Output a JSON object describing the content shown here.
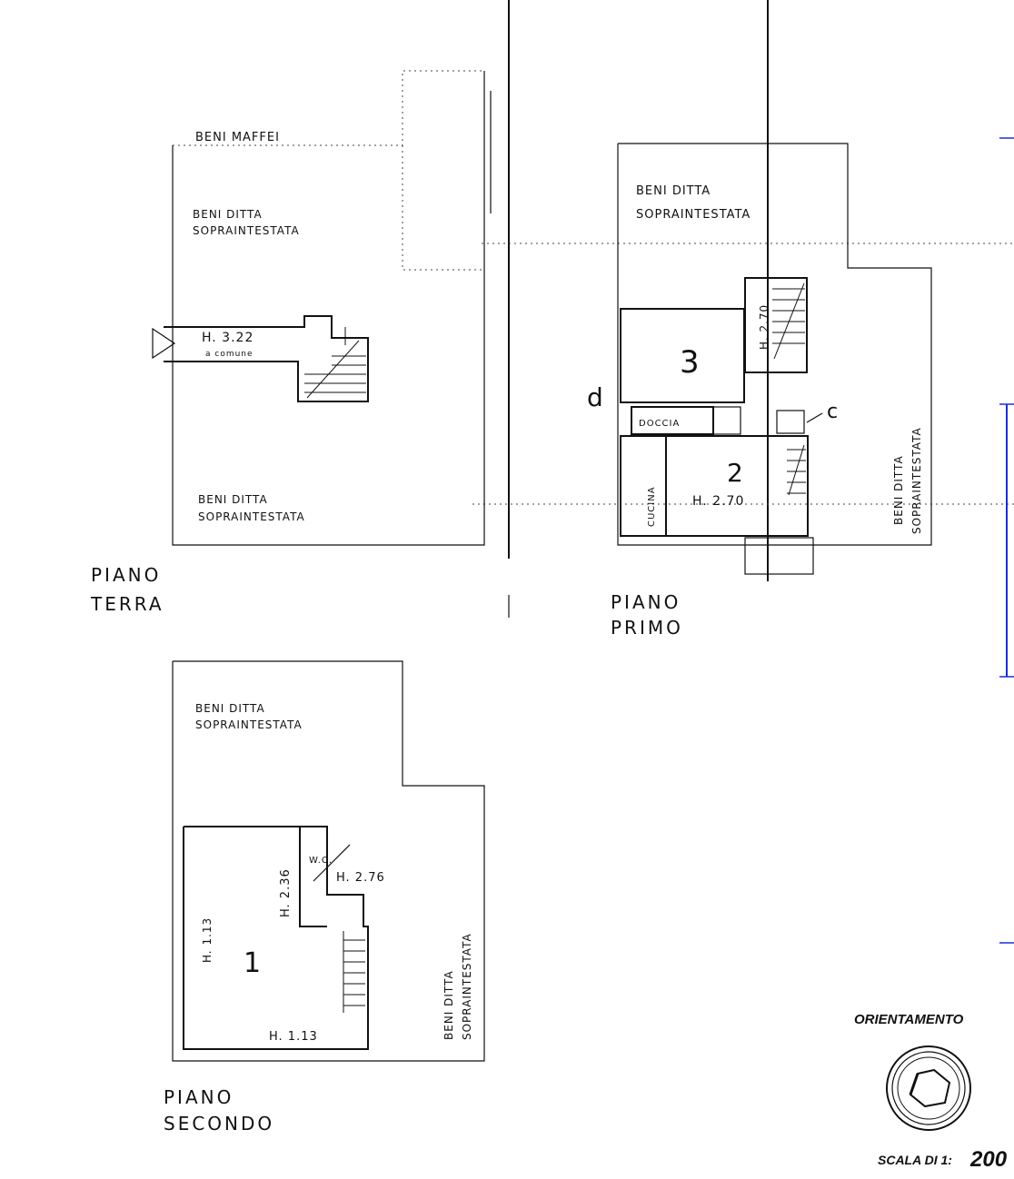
{
  "terra": {
    "label_line1": "BENI MAFFEI",
    "label_a1": "BENI DITTA",
    "label_a2": "SOPRAINTESTATA",
    "height": "H. 3.22",
    "comune": "a comune",
    "label_b1": "BENI DITTA",
    "label_b2": "SOPRAINTESTATA",
    "title1": "PIANO",
    "title2": "TERRA"
  },
  "primo": {
    "label_a1": "BENI DITTA",
    "label_a2": "SOPRAINTESTATA",
    "room3": "3",
    "height_stair": "H. 2.70",
    "mark_d": "d",
    "mark_c": "c",
    "doccia": "DOCCIA",
    "cucina": "CUCINA",
    "room2": "2",
    "height_room2": "H. 2.70",
    "side1": "BENI DITTA",
    "side2": "SOPRAINTESTATA",
    "title1": "PIANO",
    "title2": "PRIMO"
  },
  "secondo": {
    "label_a1": "BENI DITTA",
    "label_a2": "SOPRAINTESTATA",
    "wc": "W.C.",
    "height_wc": "H. 2.76",
    "height_236": "H. 2.36",
    "height_113a": "H. 1.13",
    "room1": "1",
    "height_113b": "H. 1.13",
    "side1": "BENI DITTA",
    "side2": "SOPRAINTESTATA",
    "title1": "PIANO",
    "title2": "SECONDO"
  },
  "legend": {
    "orientamento": "ORIENTAMENTO",
    "scala": "SCALA DI 1:",
    "scala_value": "200"
  },
  "colors": {
    "ink": "#111111",
    "blue_margin": "#1a2fd0"
  }
}
